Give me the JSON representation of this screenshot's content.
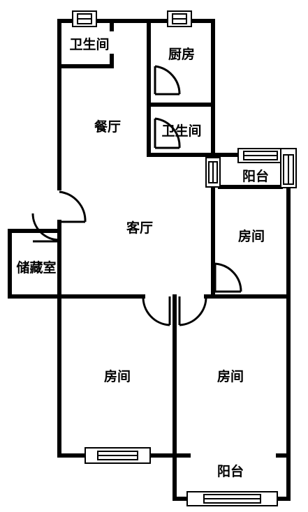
{
  "colors": {
    "wall": "#000000",
    "background": "#ffffff",
    "window_fill": "#ffffff"
  },
  "rooms": {
    "bathroom_top": "卫生间",
    "kitchen": "厨房",
    "dining_room": "餐厅",
    "bathroom_middle": "卫生间",
    "balcony_right": "阳台",
    "living_room": "客厅",
    "storage_room": "储藏室",
    "bedroom_right": "房间",
    "bedroom_bottom_left": "房间",
    "bedroom_bottom_right": "房间",
    "balcony_bottom": "阳台"
  }
}
